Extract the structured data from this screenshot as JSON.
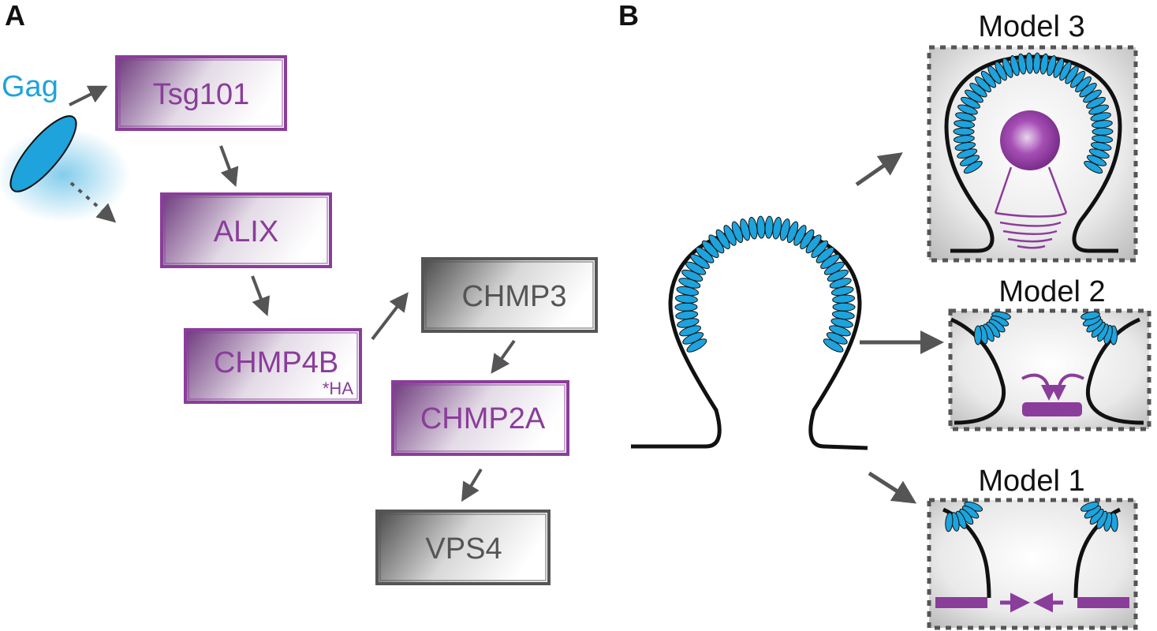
{
  "panels": {
    "a": "A",
    "b": "B"
  },
  "gag": {
    "label": "Gag"
  },
  "pathway": {
    "tsg101": "Tsg101",
    "alix": "ALIX",
    "chmp4b": "CHMP4B",
    "chmp4b_tag": "*HA",
    "chmp3": "CHMP3",
    "chmp2a": "CHMP2A",
    "vps4": "VPS4"
  },
  "models": {
    "m3": "Model 3",
    "m2": "Model 2",
    "m1": "Model 1"
  },
  "colors": {
    "purple": "#8a3d9a",
    "blue": "#1ea3dc",
    "gray": "#555555",
    "frame_gray": "#444444",
    "black": "#111111"
  }
}
